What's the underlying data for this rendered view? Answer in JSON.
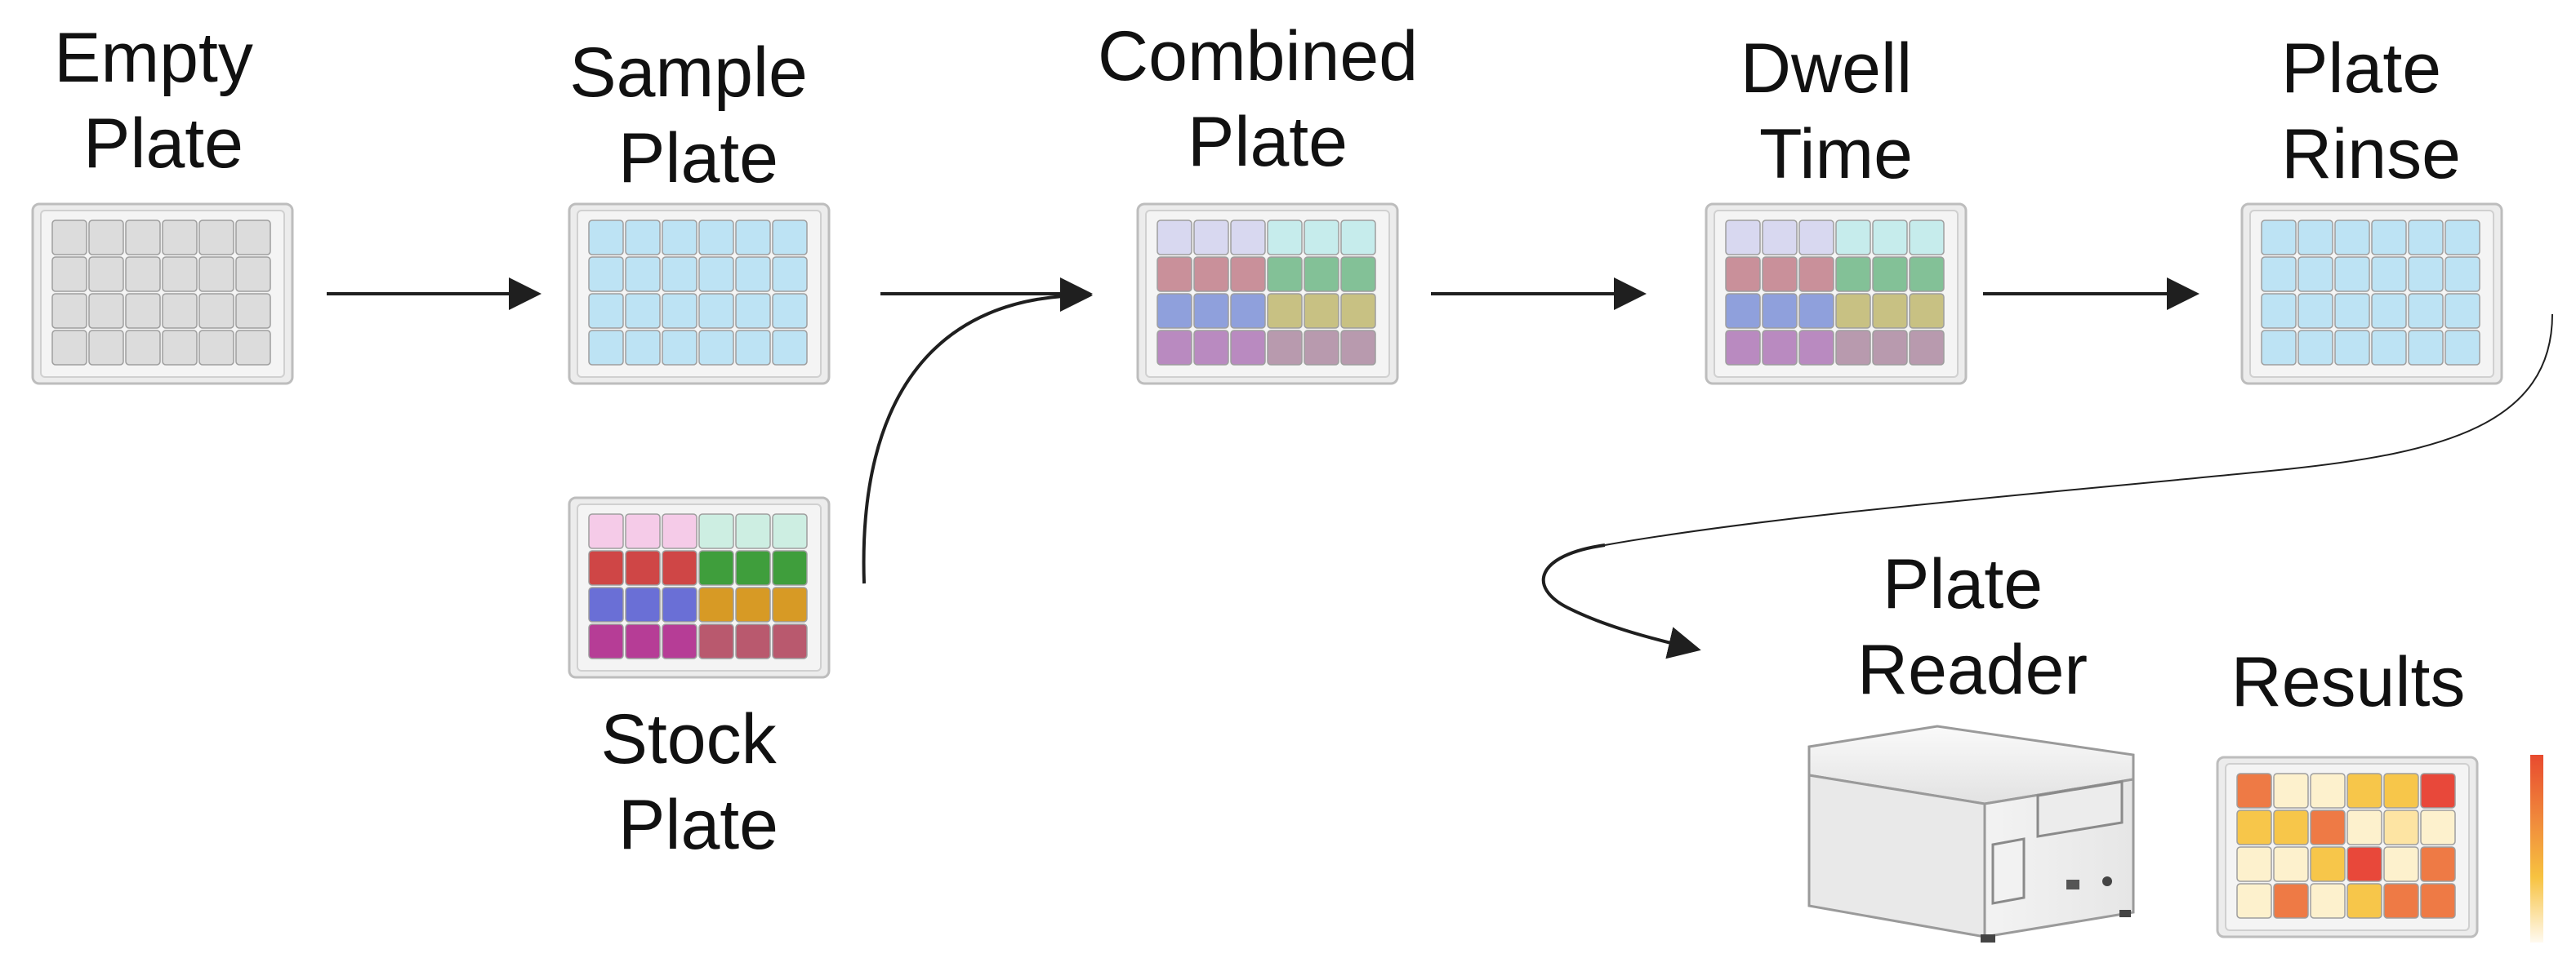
{
  "labels": {
    "empty": [
      "Empty",
      "Plate"
    ],
    "sample": [
      "Sample",
      "Plate"
    ],
    "stock": [
      "Stock",
      "Plate"
    ],
    "combined": [
      "Combined",
      "Plate"
    ],
    "dwell": [
      "Dwell",
      "Time"
    ],
    "rinse": [
      "Plate",
      "Rinse"
    ],
    "reader": [
      "Plate",
      "Reader"
    ],
    "results": "Results"
  },
  "colors": {
    "plate_frame": "#ececec",
    "plate_border": "#bdbdbd",
    "arrow": "#1f1f1f",
    "empty_well": "#dedede",
    "sample_well": "#bde3f4",
    "rinse_well": "#bde3f4",
    "heat_scale": [
      "#e84a2e",
      "#f08a3c",
      "#f7c240",
      "#fdf3d0"
    ]
  },
  "plates": {
    "empty": [
      [
        "#dcdcdc",
        "#dcdcdc",
        "#dcdcdc",
        "#dcdcdc",
        "#dcdcdc",
        "#dcdcdc"
      ],
      [
        "#dcdcdc",
        "#dcdcdc",
        "#dcdcdc",
        "#dcdcdc",
        "#dcdcdc",
        "#dcdcdc"
      ],
      [
        "#dcdcdc",
        "#dcdcdc",
        "#dcdcdc",
        "#dcdcdc",
        "#dcdcdc",
        "#dcdcdc"
      ],
      [
        "#dcdcdc",
        "#dcdcdc",
        "#dcdcdc",
        "#dcdcdc",
        "#dcdcdc",
        "#dcdcdc"
      ]
    ],
    "sample": [
      [
        "#bde3f4",
        "#bde3f4",
        "#bde3f4",
        "#bde3f4",
        "#bde3f4",
        "#bde3f4"
      ],
      [
        "#bde3f4",
        "#bde3f4",
        "#bde3f4",
        "#bde3f4",
        "#bde3f4",
        "#bde3f4"
      ],
      [
        "#bde3f4",
        "#bde3f4",
        "#bde3f4",
        "#bde3f4",
        "#bde3f4",
        "#bde3f4"
      ],
      [
        "#bde3f4",
        "#bde3f4",
        "#bde3f4",
        "#bde3f4",
        "#bde3f4",
        "#bde3f4"
      ]
    ],
    "stock": [
      [
        "#f5cbe8",
        "#f5cbe8",
        "#f5cbe8",
        "#cdeee2",
        "#cdeee2",
        "#cdeee2"
      ],
      [
        "#cf4646",
        "#cf4646",
        "#cf4646",
        "#3f9e3c",
        "#3f9e3c",
        "#3f9e3c"
      ],
      [
        "#6a6fd6",
        "#6a6fd6",
        "#6a6fd6",
        "#d79a25",
        "#d79a25",
        "#d79a25"
      ],
      [
        "#b63d96",
        "#b63d96",
        "#b63d96",
        "#b9596e",
        "#b9596e",
        "#b9596e"
      ]
    ],
    "combined": [
      [
        "#d8d8f0",
        "#d8d8f0",
        "#d8d8f0",
        "#c6ecec",
        "#c6ecec",
        "#c6ecec"
      ],
      [
        "#c9909a",
        "#c9909a",
        "#c9909a",
        "#83c197",
        "#83c197",
        "#83c197"
      ],
      [
        "#8fa0dc",
        "#8fa0dc",
        "#8fa0dc",
        "#c8c183",
        "#c8c183",
        "#c8c183"
      ],
      [
        "#b98ac0",
        "#b98ac0",
        "#b98ac0",
        "#b89aae",
        "#b89aae",
        "#b89aae"
      ]
    ],
    "dwell": [
      [
        "#d8d8f0",
        "#d8d8f0",
        "#d8d8f0",
        "#c6ecec",
        "#c6ecec",
        "#c6ecec"
      ],
      [
        "#c9909a",
        "#c9909a",
        "#c9909a",
        "#83c197",
        "#83c197",
        "#83c197"
      ],
      [
        "#8fa0dc",
        "#8fa0dc",
        "#8fa0dc",
        "#c8c183",
        "#c8c183",
        "#c8c183"
      ],
      [
        "#b98ac0",
        "#b98ac0",
        "#b98ac0",
        "#b89aae",
        "#b89aae",
        "#b89aae"
      ]
    ],
    "rinse": [
      [
        "#bde3f4",
        "#bde3f4",
        "#bde3f4",
        "#bde3f4",
        "#bde3f4",
        "#bde3f4"
      ],
      [
        "#bde3f4",
        "#bde3f4",
        "#bde3f4",
        "#bde3f4",
        "#bde3f4",
        "#bde3f4"
      ],
      [
        "#bde3f4",
        "#bde3f4",
        "#bde3f4",
        "#bde3f4",
        "#bde3f4",
        "#bde3f4"
      ],
      [
        "#bde3f4",
        "#bde3f4",
        "#bde3f4",
        "#bde3f4",
        "#bde3f4",
        "#bde3f4"
      ]
    ],
    "results": [
      [
        "#ee7a45",
        "#fdf1cd",
        "#fdf1cd",
        "#f7c64a",
        "#f7c64a",
        "#e8483a"
      ],
      [
        "#f7c64a",
        "#f7c64a",
        "#ee7a45",
        "#fdf1cd",
        "#fde4a3",
        "#fdf1cd"
      ],
      [
        "#fdf1cd",
        "#fdf1cd",
        "#f7c64a",
        "#e8483a",
        "#fdf1cd",
        "#ee7a45"
      ],
      [
        "#fdf1cd",
        "#ee7a45",
        "#fdf1cd",
        "#f7c64a",
        "#ee7a45",
        "#ee7a45"
      ]
    ]
  }
}
